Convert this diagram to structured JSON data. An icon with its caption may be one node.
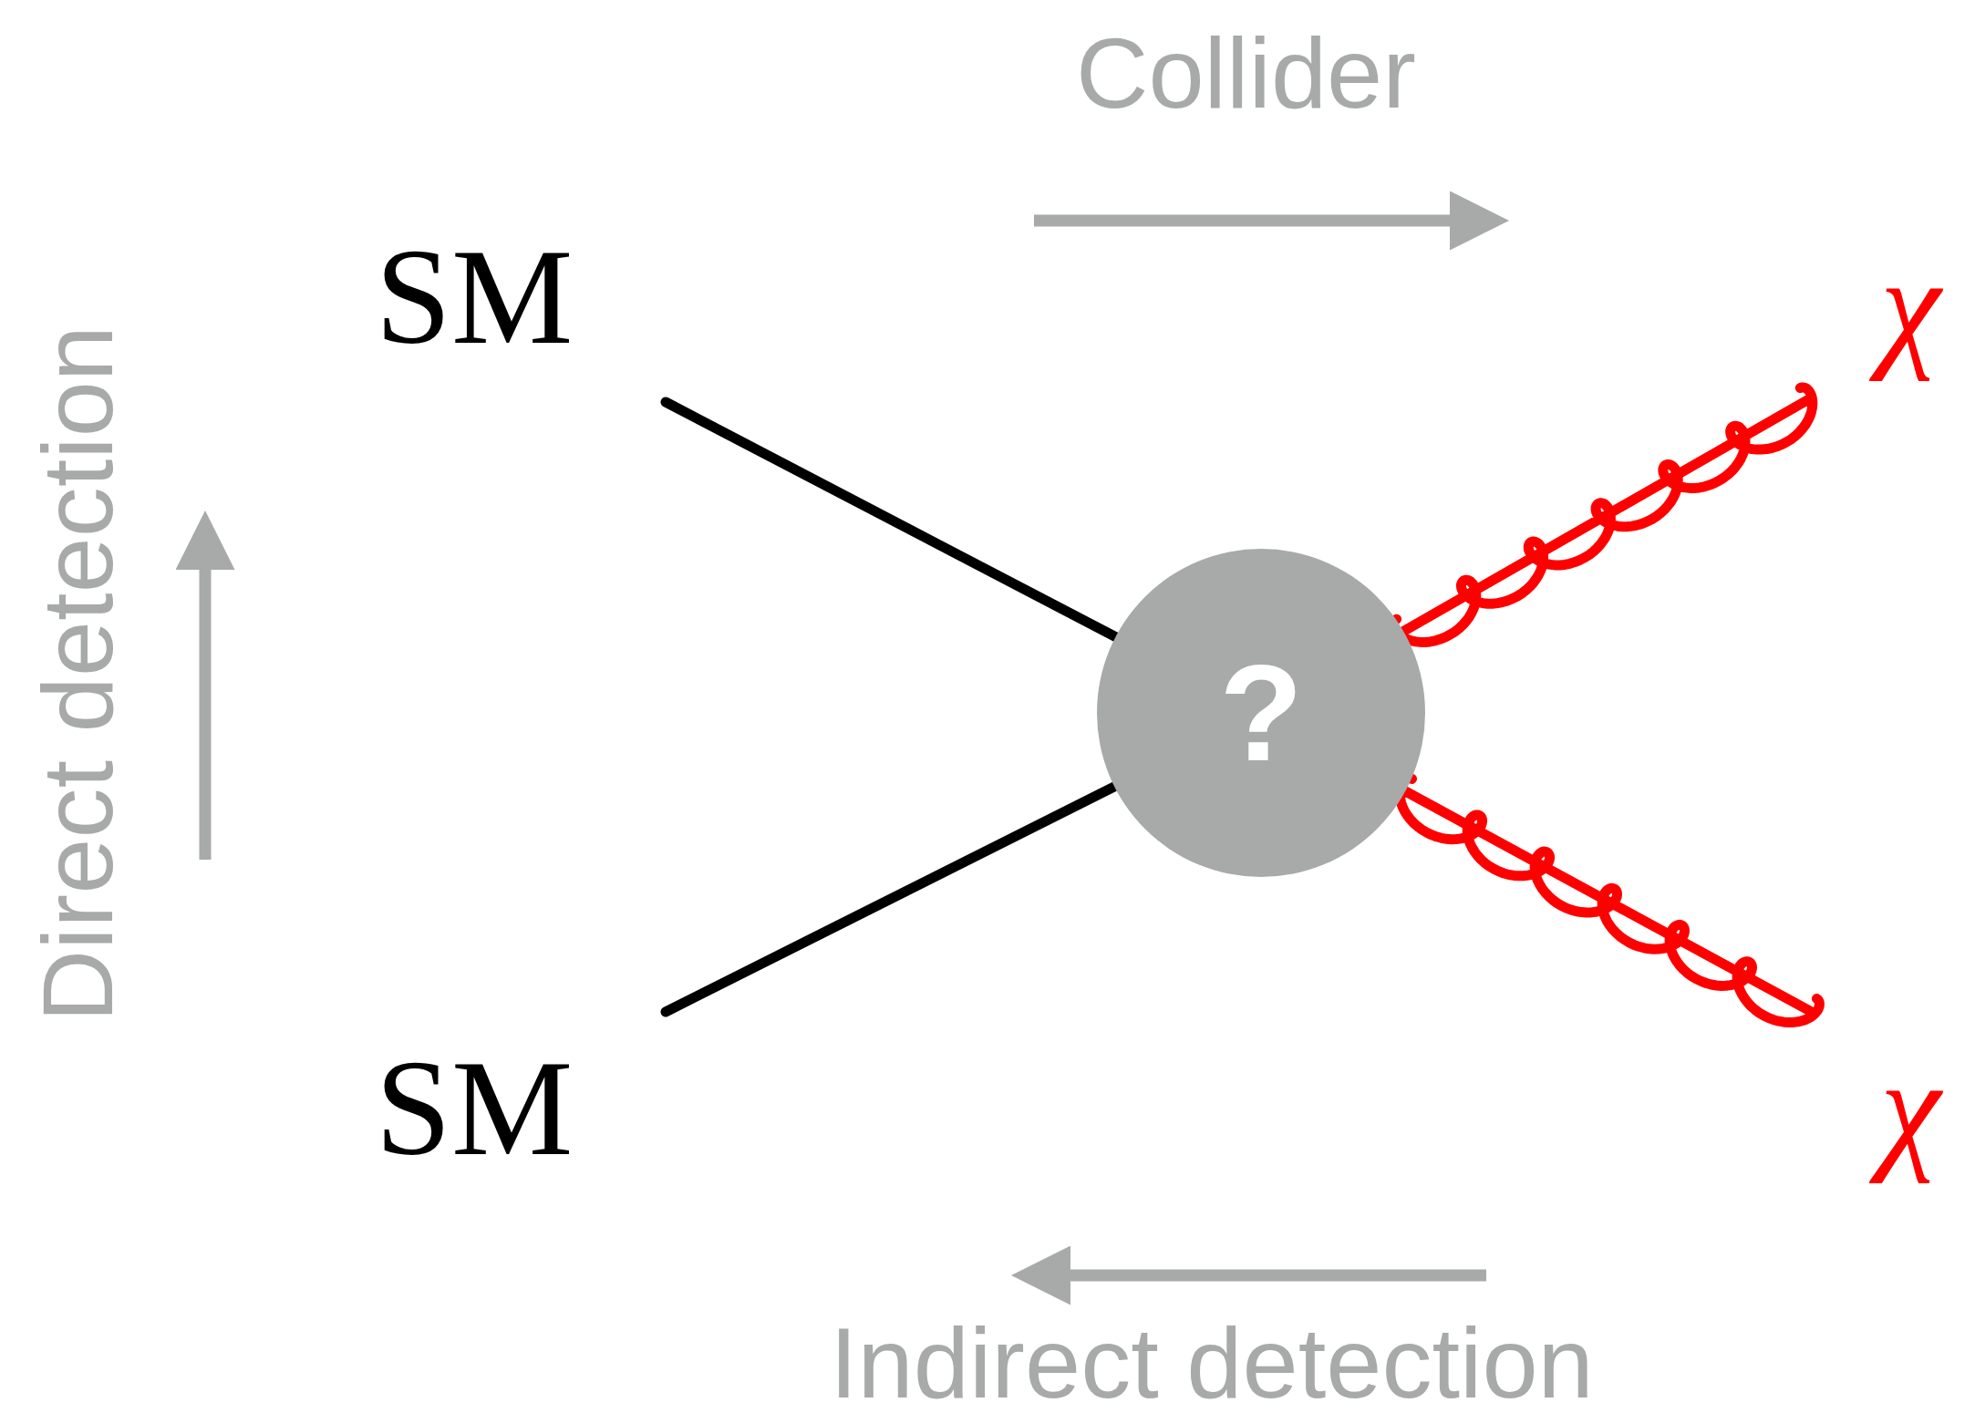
{
  "diagram": {
    "nodes": [
      {
        "text": [
          "SM"
        ]
      },
      {
        "text": [
          "SM"
        ]
      },
      {
        "text": [
          "?"
        ]
      },
      {
        "text": [
          "χ"
        ]
      },
      {
        "text": [
          "χ"
        ]
      }
    ],
    "edges": [
      {
        "from": 0,
        "to": 2,
        "arrow": "none"
      },
      {
        "from": 1,
        "to": 2,
        "arrow": "none"
      },
      {
        "from": 2,
        "to": 3,
        "arrow": "none",
        "color": "#ff0000"
      },
      {
        "from": 2,
        "to": 4,
        "arrow": "none",
        "color": "#ff0000"
      }
    ],
    "labels": [
      "Collider",
      "Direct detection",
      "Indirect detection"
    ]
  }
}
